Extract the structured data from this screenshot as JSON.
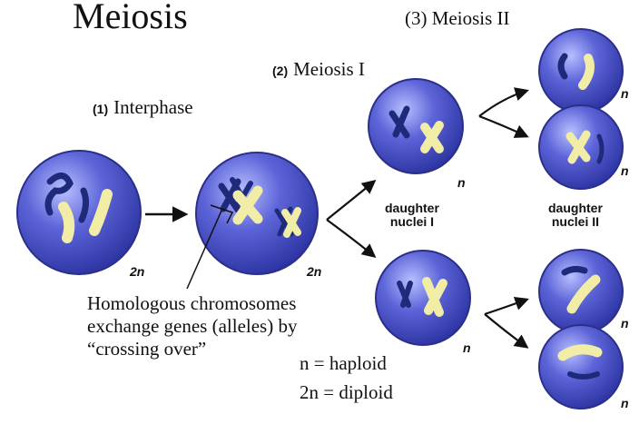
{
  "title": "Meiosis",
  "stages": {
    "interphase": {
      "number": "(1)",
      "label": "Interphase"
    },
    "meiosis1": {
      "number": "(2)",
      "label": "Meiosis I"
    },
    "meiosis2": {
      "number": "(3)",
      "label": "Meiosis II"
    }
  },
  "captions": {
    "daughter1_line1": "daughter",
    "daughter1_line2": "nuclei I",
    "daughter2_line1": "daughter",
    "daughter2_line2": "nuclei II"
  },
  "ploidy": {
    "interphase_cell": "2n",
    "meiosis1_cell": "2n",
    "daughter1_top": "n",
    "daughter1_bottom": "n",
    "daughter2_a": "n",
    "daughter2_b": "n",
    "daughter2_c": "n",
    "daughter2_d": "n"
  },
  "annotation": {
    "line1": "Homologous chromosomes",
    "line2": "exchange genes (alleles) by",
    "line3": "“crossing over”"
  },
  "legend": {
    "haploid": "n = haploid",
    "diploid": "2n = diploid"
  },
  "colors": {
    "cell_fill": "#4a52c8",
    "cell_highlight": "#a8b0ff",
    "chromosome_dark": "#1e2a7a",
    "chromosome_light": "#f2eda6"
  }
}
